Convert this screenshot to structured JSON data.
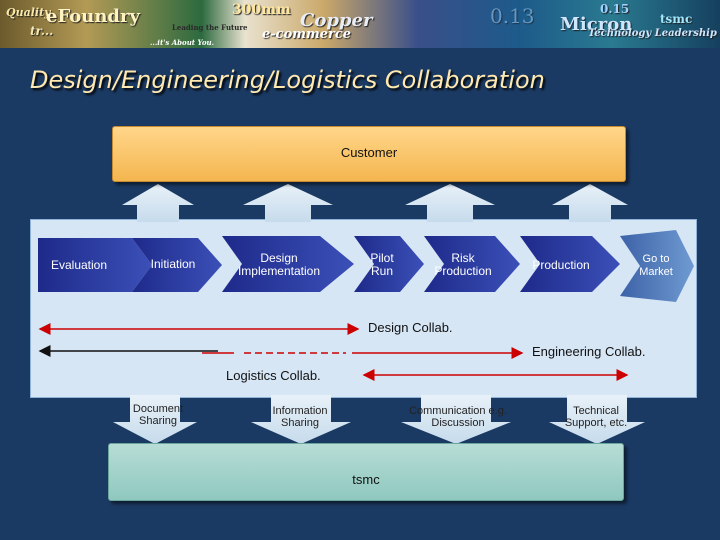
{
  "banner": {
    "texts": [
      "Quality",
      "eFoundry",
      "tr...",
      "300mm",
      "Copper",
      "e-commerce",
      "Leading the Future",
      "...it's About You.",
      "Micron",
      "0.15",
      "Technology Leadership",
      "tsmc",
      "0.13"
    ]
  },
  "slide": {
    "title": "Design/Engineering/Logistics Collaboration"
  },
  "customer": {
    "label": "Customer"
  },
  "tsmc": {
    "label": "tsmc"
  },
  "process": [
    {
      "label": "Evaluation"
    },
    {
      "label": "Initiation"
    },
    {
      "label": "Design Implementation"
    },
    {
      "label": "Pilot Run"
    },
    {
      "label": "Risk Production"
    },
    {
      "label": "Production"
    },
    {
      "label": "Go to Market"
    }
  ],
  "collab": {
    "design": "Design Collab.",
    "engineering": "Engineering Collab.",
    "logistics": "Logistics Collab."
  },
  "channels": [
    {
      "label": "Document Sharing"
    },
    {
      "label": "Information Sharing"
    },
    {
      "label": "Communication e.g. Discussion"
    },
    {
      "label": "Technical Support, etc."
    }
  ],
  "colors": {
    "background": "#1b3a63",
    "process_arrow": "#2b3b9a",
    "customer_box": "#f4b64f",
    "tsmc_box": "#8fc8bf",
    "collab_line": "#cc0000",
    "title": "#ffe9b0"
  }
}
